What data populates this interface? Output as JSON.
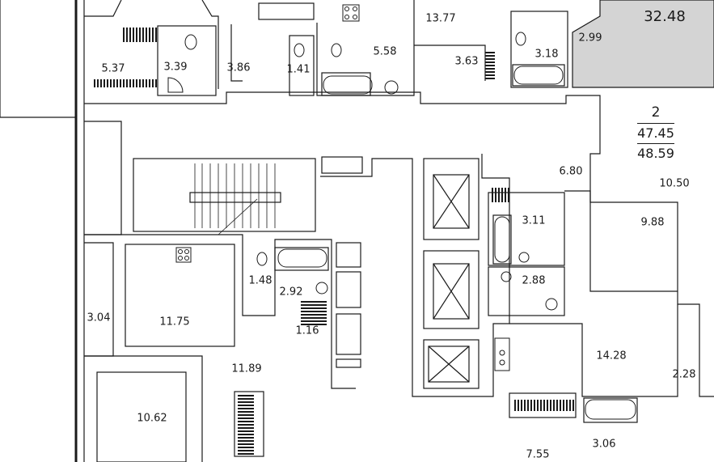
{
  "plan": {
    "highlight_color": "#d4d4d4",
    "wall_color": "#1a1a1a",
    "highlighted_apartment": {
      "total_area": "32.48"
    },
    "apartment_2": {
      "number": "2",
      "living_area": "47.45",
      "total_area": "48.59"
    },
    "rooms": [
      {
        "key": "r537",
        "label": "5.37"
      },
      {
        "key": "r339",
        "label": "3.39"
      },
      {
        "key": "r386",
        "label": "3.86"
      },
      {
        "key": "r141",
        "label": "1.41"
      },
      {
        "key": "r558",
        "label": "5.58"
      },
      {
        "key": "r1377",
        "label": "13.77"
      },
      {
        "key": "r363",
        "label": "3.63"
      },
      {
        "key": "r318",
        "label": "3.18"
      },
      {
        "key": "r299",
        "label": "2.99"
      },
      {
        "key": "r680",
        "label": "6.80"
      },
      {
        "key": "r1050",
        "label": "10.50"
      },
      {
        "key": "r311",
        "label": "3.11"
      },
      {
        "key": "r988",
        "label": "9.88"
      },
      {
        "key": "r288",
        "label": "2.88"
      },
      {
        "key": "r148",
        "label": "1.48"
      },
      {
        "key": "r292",
        "label": "2.92"
      },
      {
        "key": "r304",
        "label": "3.04"
      },
      {
        "key": "r1175",
        "label": "11.75"
      },
      {
        "key": "r116",
        "label": "1.16"
      },
      {
        "key": "r1189",
        "label": "11.89"
      },
      {
        "key": "r1428",
        "label": "14.28"
      },
      {
        "key": "r228",
        "label": "2.28"
      },
      {
        "key": "r1062",
        "label": "10.62"
      },
      {
        "key": "r755",
        "label": "7.55"
      },
      {
        "key": "r306",
        "label": "3.06"
      }
    ]
  }
}
